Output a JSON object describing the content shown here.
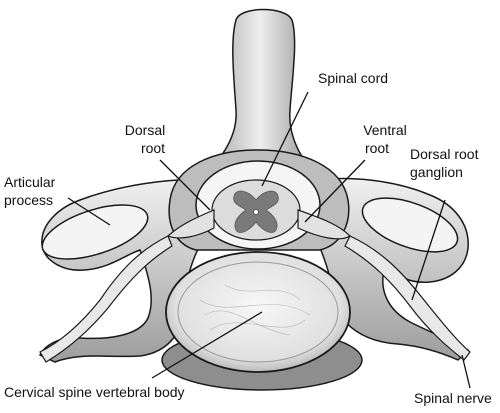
{
  "labels": {
    "spinal_cord": "Spinal cord",
    "dorsal_root_1": "Dorsal",
    "dorsal_root_2": "root",
    "ventral_root_1": "Ventral",
    "ventral_root_2": "root",
    "articular_process_1": "Articular",
    "articular_process_2": "process",
    "drg_1": "Dorsal root",
    "drg_2": "ganglion",
    "vertebral_body": "Cervical spine vertebral body",
    "spinal_nerve": "Spinal nerve"
  },
  "colors": {
    "outline": "#1a1a1a",
    "bone_light": "#f2f2f2",
    "bone_mid": "#c8c8c8",
    "bone_dark": "#8c8c8c",
    "grey_matter": "#7a7a7a",
    "cord_white": "#dcdcdc"
  }
}
